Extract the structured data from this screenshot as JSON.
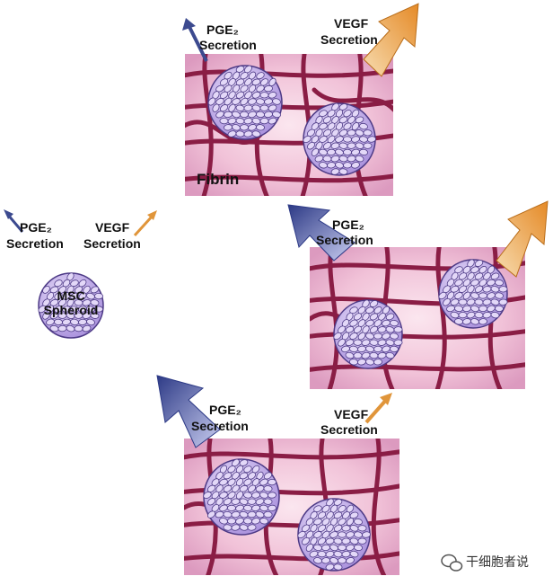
{
  "diagram": {
    "free_spheroid": {
      "label_line1": "MSC",
      "label_line2": "Spheroid",
      "pge2_label": "PGE₂",
      "pge2_sub": "Secretion",
      "vegf_label": "VEGF",
      "vegf_sub": "Secretion"
    },
    "gel_top": {
      "matrix_label": "Fibrin",
      "pge2_label": "PGE₂",
      "pge2_sub": "Secretion",
      "vegf_label": "VEGF",
      "vegf_sub": "Secretion"
    },
    "gel_middle": {
      "pge2_label": "PGE₂",
      "pge2_sub": "Secretion"
    },
    "gel_bottom": {
      "pge2_label": "PGE₂",
      "pge2_sub": "Secretion",
      "vegf_label": "VEGF",
      "vegf_sub": "Secretion"
    },
    "colors": {
      "fiber": "#8a1d45",
      "gel_light": "#f6d3e3",
      "gel_dark": "#d98db3",
      "cell_fill": "#c9b6ef",
      "cell_stroke": "#4d3a86",
      "pge2_arrow": "#3c4a8f",
      "vegf_arrow": "#e0953a"
    }
  },
  "watermark": {
    "icon": "wechat-icon",
    "text": "干细胞者说"
  }
}
